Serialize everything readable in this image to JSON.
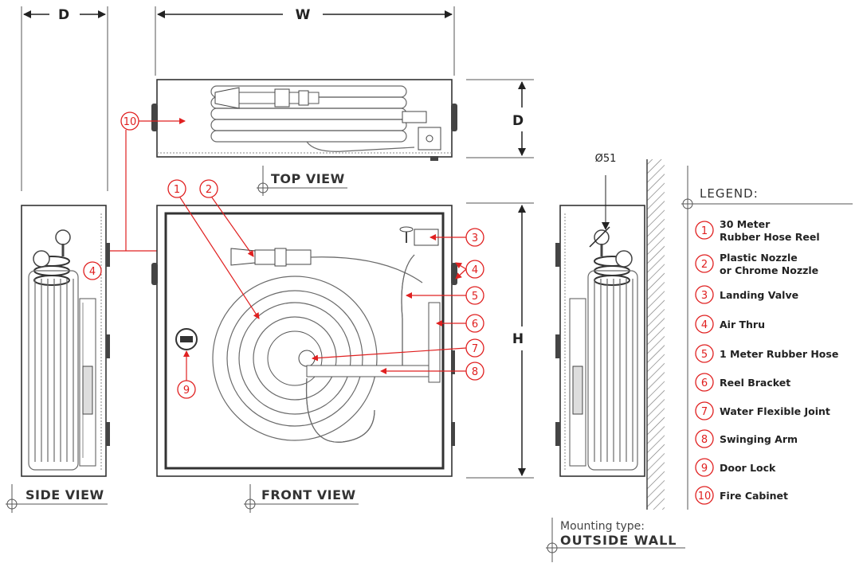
{
  "dimensions": {
    "depth": "D",
    "width": "W",
    "height": "H",
    "diameter": "Ø51"
  },
  "views": {
    "top": "TOP VIEW",
    "front": "FRONT VIEW",
    "side": "SIDE VIEW"
  },
  "mounting": {
    "label": "Mounting type:",
    "type": "OUTSIDE WALL"
  },
  "legend": {
    "title": "LEGEND:",
    "items": [
      {
        "num": "1",
        "line1": "30 Meter",
        "line2": "Rubber Hose Reel"
      },
      {
        "num": "2",
        "line1": "Plastic Nozzle",
        "line2": "or Chrome Nozzle"
      },
      {
        "num": "3",
        "line1": "Landing Valve",
        "line2": ""
      },
      {
        "num": "4",
        "line1": "Air Thru",
        "line2": ""
      },
      {
        "num": "5",
        "line1": "1 Meter Rubber Hose",
        "line2": ""
      },
      {
        "num": "6",
        "line1": "Reel Bracket",
        "line2": ""
      },
      {
        "num": "7",
        "line1": "Water Flexible Joint",
        "line2": ""
      },
      {
        "num": "8",
        "line1": "Swinging Arm",
        "line2": ""
      },
      {
        "num": "9",
        "line1": "Door Lock",
        "line2": ""
      },
      {
        "num": "10",
        "line1": "Fire Cabinet",
        "line2": ""
      }
    ]
  },
  "colors": {
    "callout": "#e02020",
    "outline": "#333333"
  }
}
